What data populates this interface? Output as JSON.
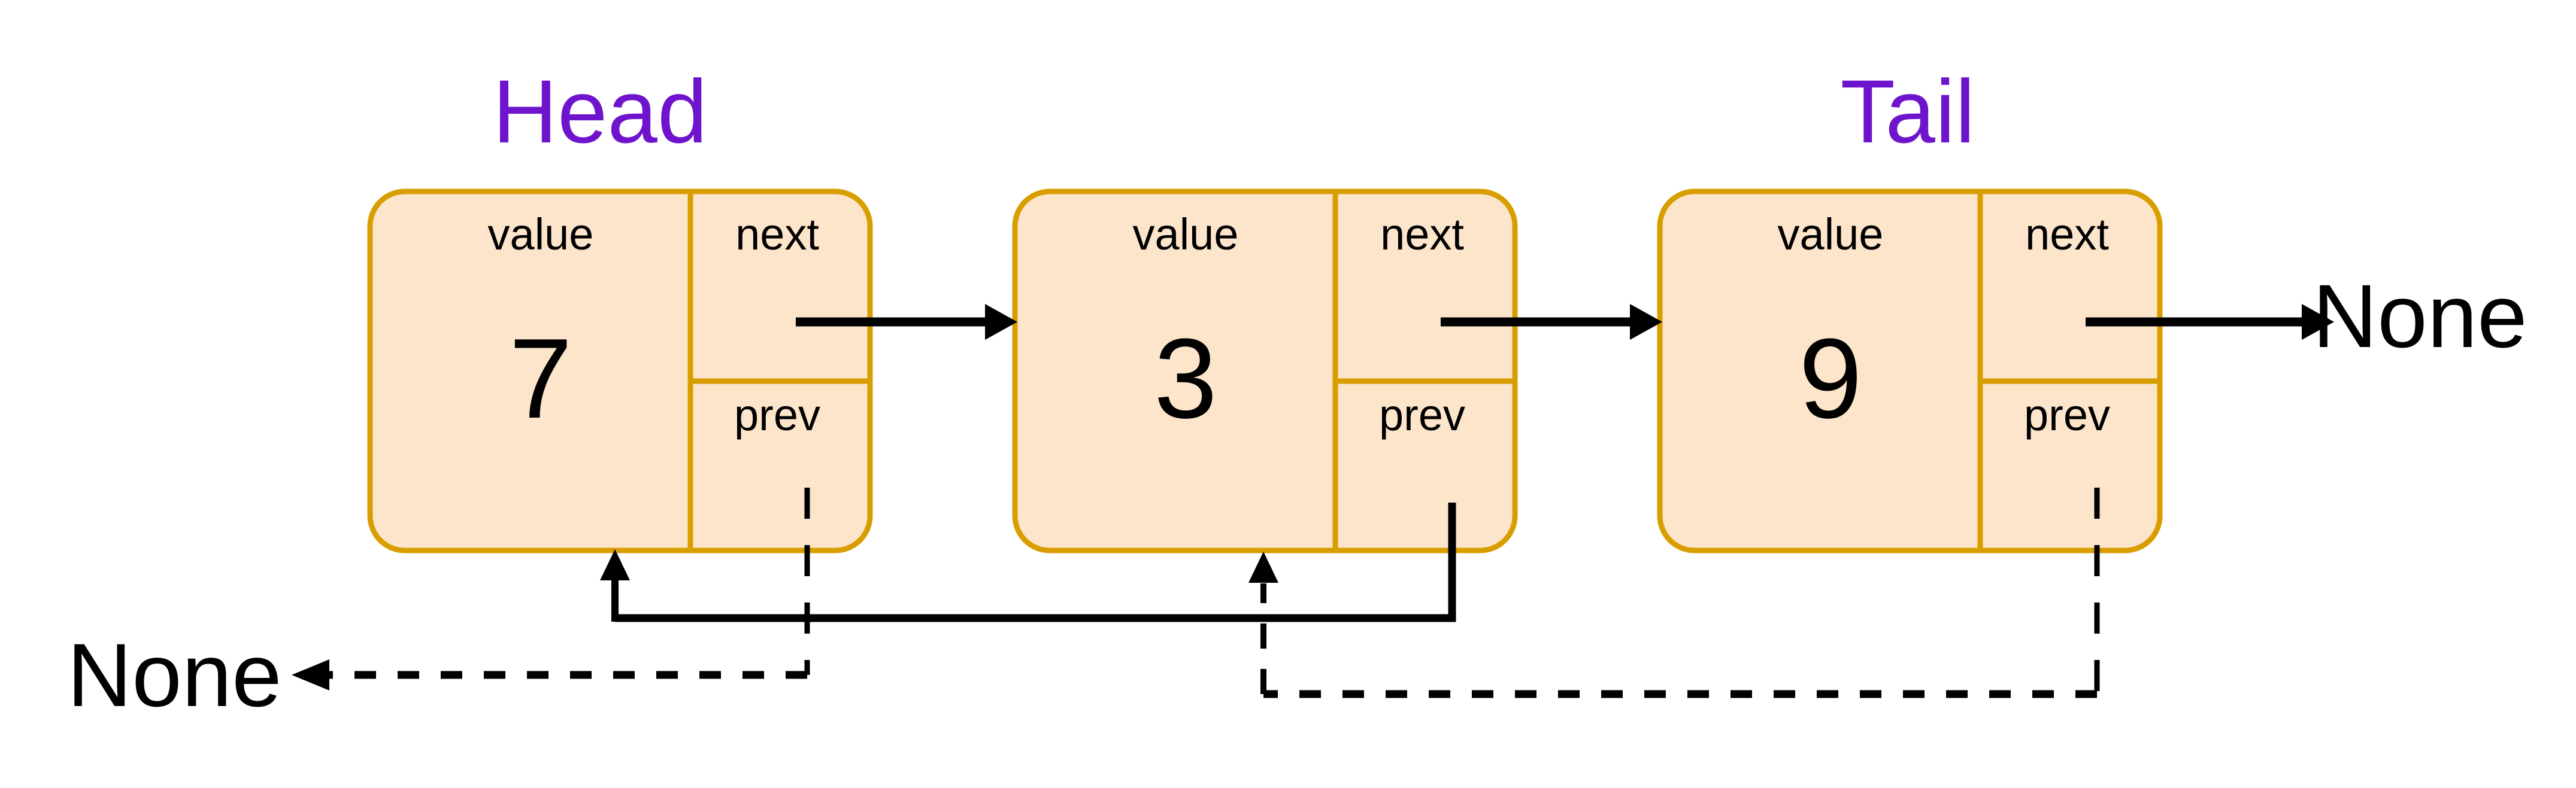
{
  "diagram": {
    "head_label": "Head",
    "tail_label": "Tail",
    "next_none_label": "None",
    "prev_none_label": "None",
    "nodes": [
      {
        "value": "7",
        "value_label": "value",
        "next_label": "next",
        "prev_label": "prev"
      },
      {
        "value": "3",
        "value_label": "value",
        "next_label": "next",
        "prev_label": "prev"
      },
      {
        "value": "9",
        "value_label": "value",
        "next_label": "next",
        "prev_label": "prev"
      }
    ],
    "colors": {
      "background": "#FFFFFF",
      "node_fill": "#FDE5CB",
      "node_border": "#D89E00",
      "pointer": "#000000",
      "node_text": "#000000",
      "head_tail_text": "#6E14CC"
    }
  }
}
